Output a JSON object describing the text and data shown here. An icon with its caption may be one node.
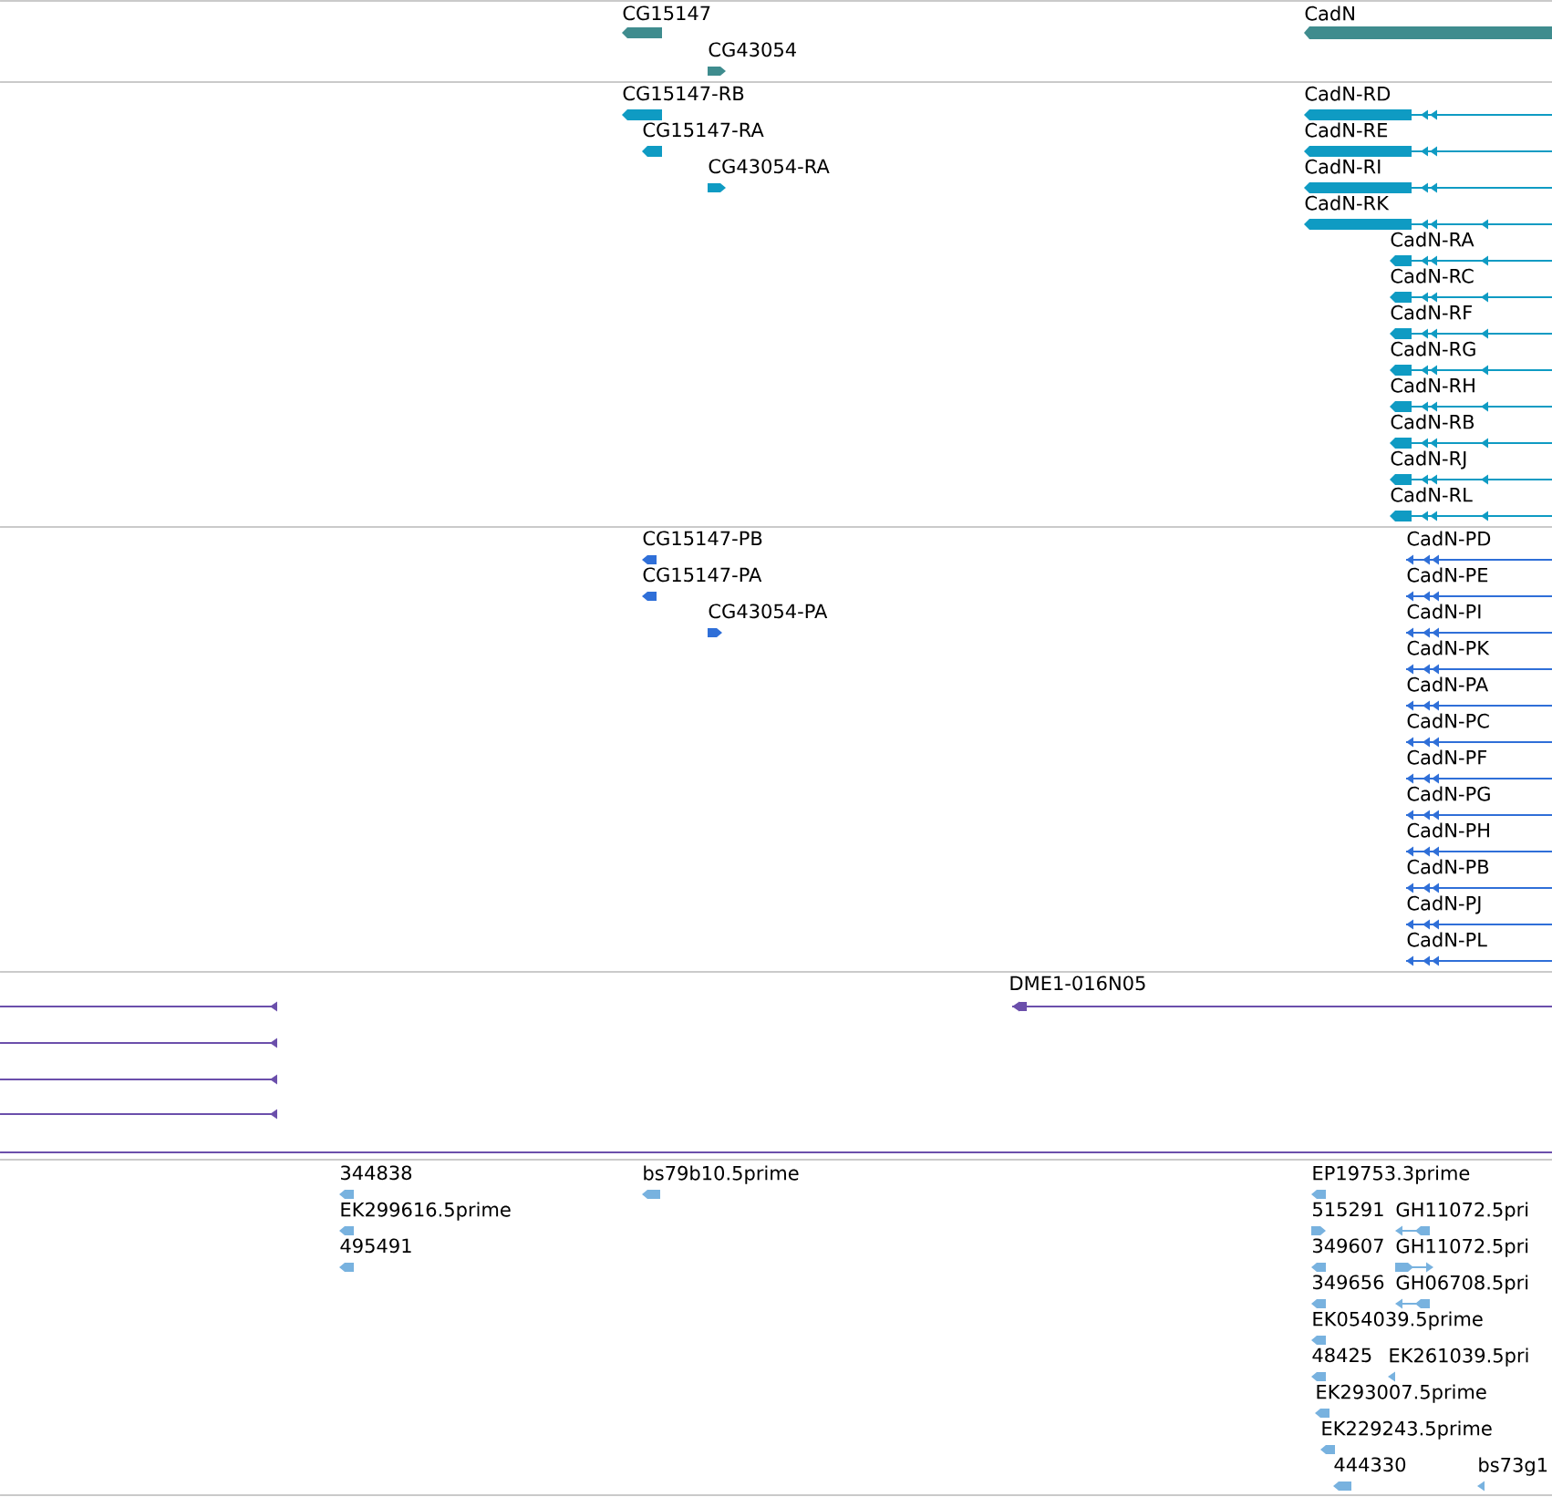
{
  "diagram": {
    "labels": [
      "CG15147",
      "CG43054",
      "CadN",
      "CG15147-RB",
      "CG15147-RA",
      "CG43054-RA",
      "CadN-RD",
      "CadN-RE",
      "CadN-RI",
      "CadN-RK",
      "CadN-RA",
      "CadN-RC",
      "CadN-RF",
      "CadN-RG",
      "CadN-RH",
      "CadN-RB",
      "CadN-RJ",
      "CadN-RL",
      "CG15147-PB",
      "CG15147-PA",
      "CG43054-PA",
      "CadN-PD",
      "CadN-PE",
      "CadN-PI",
      "CadN-PK",
      "CadN-PA",
      "CadN-PC",
      "CadN-PF",
      "CadN-PG",
      "CadN-PH",
      "CadN-PB",
      "CadN-PJ",
      "CadN-PL",
      "DME1-016N05",
      "344838",
      "EK299616.5prime",
      "495491",
      "bs79b10.5prime",
      "EP19753.3prime",
      "515291",
      "GH11072.5pri",
      "349607",
      "GH11072.5pri",
      "349656",
      "GH06708.5pri",
      "EK054039.5prime",
      "48425",
      "EK261039.5pri",
      "EK293007.5prime",
      "EK229243.5prime",
      "444330",
      "bs73g1"
    ]
  }
}
